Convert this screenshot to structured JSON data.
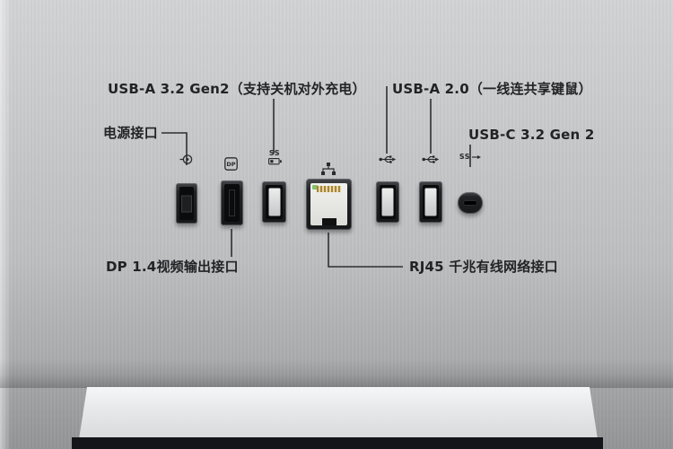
{
  "scene": {
    "description": "Rear I/O port panel of an all-in-one PC with Chinese callout labels"
  },
  "labels": {
    "power": "电源接口",
    "usb_a_32": "USB-A 3.2 Gen2（支持关机对外充电）",
    "usb_a_20": "USB-A 2.0（一线连共享键鼠）",
    "usb_c": "USB-C 3.2 Gen 2",
    "dp": "DP 1.4视频输出接口",
    "rj45": "RJ45 千兆有线网络接口"
  },
  "icon_texts": {
    "ss": "SS",
    "dp": "DP"
  },
  "ports": [
    {
      "name": "power-port"
    },
    {
      "name": "displayport-port"
    },
    {
      "name": "usb-a-32-port"
    },
    {
      "name": "rj45-port"
    },
    {
      "name": "usb-a-20-port-1"
    },
    {
      "name": "usb-a-20-port-2"
    },
    {
      "name": "usb-c-port"
    }
  ],
  "colors": {
    "background_top": "#d2d3d5",
    "background_bottom": "#939496",
    "port_body": "#1b1c1e",
    "label_text": "#222326",
    "callout_line": "#2f2f30",
    "stand": "#e9eaec",
    "bottom_strip": "#141519",
    "usb_tongue": "#d9dadc",
    "rj45_led_green": "#86c06a"
  }
}
